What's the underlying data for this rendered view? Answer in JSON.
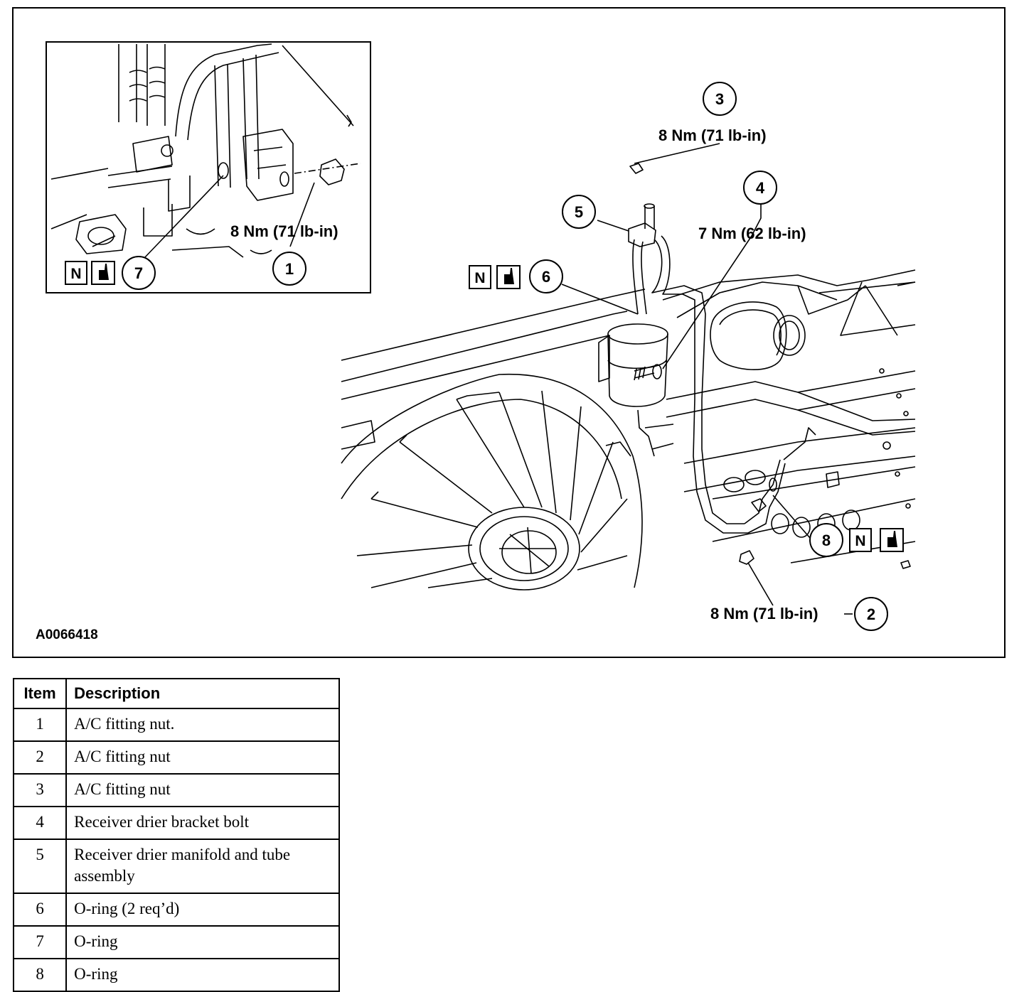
{
  "figure": {
    "id": "A0066418",
    "callouts": [
      {
        "num": "1",
        "torque": "8 Nm (71 lb-in)"
      },
      {
        "num": "2",
        "torque": "8 Nm (71 lb-in)"
      },
      {
        "num": "3",
        "torque": "8 Nm (71 lb-in)"
      },
      {
        "num": "4",
        "torque": "7 Nm (62 lb-in)"
      },
      {
        "num": "5"
      },
      {
        "num": "6"
      },
      {
        "num": "7"
      },
      {
        "num": "8"
      }
    ],
    "new_part_symbol": "N",
    "lubricate_symbol": "oil-can-icon"
  },
  "legend": {
    "headers": {
      "item": "Item",
      "description": "Description"
    },
    "rows": [
      {
        "item": "1",
        "description": "A/C fitting nut."
      },
      {
        "item": "2",
        "description": "A/C fitting nut"
      },
      {
        "item": "3",
        "description": "A/C fitting nut"
      },
      {
        "item": "4",
        "description": "Receiver drier bracket bolt"
      },
      {
        "item": "5",
        "description": "Receiver drier manifold and tube assembly"
      },
      {
        "item": "6",
        "description": "O-ring (2 req’d)"
      },
      {
        "item": "7",
        "description": "O-ring"
      },
      {
        "item": "8",
        "description": "O-ring"
      }
    ]
  }
}
